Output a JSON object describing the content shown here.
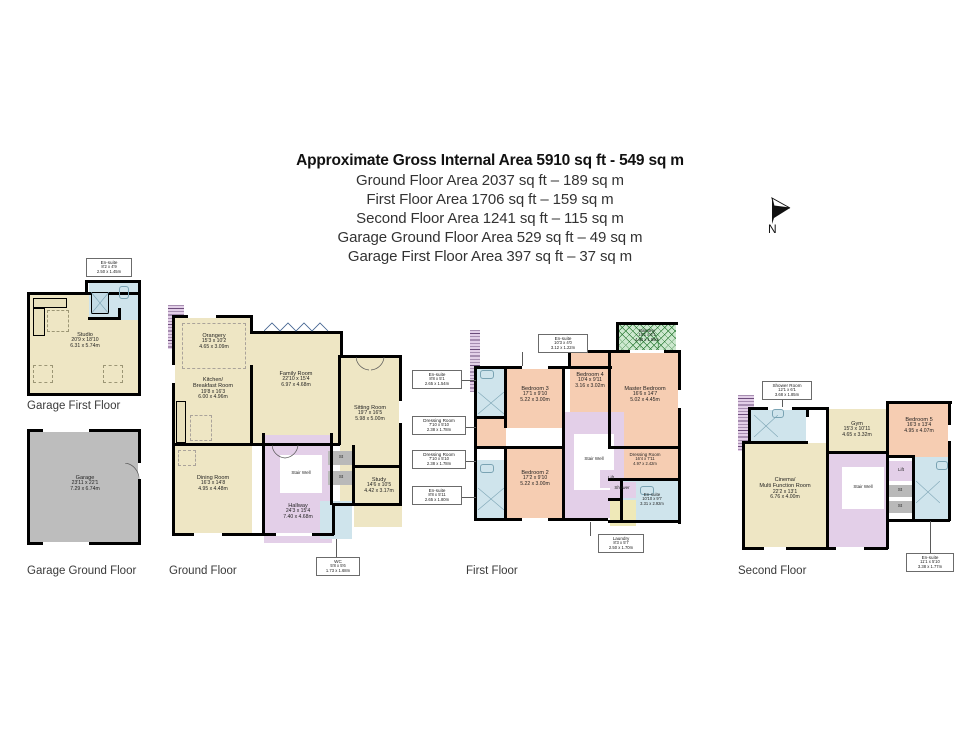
{
  "header": {
    "title": "Approximate Gross Internal Area 5910 sq ft - 549 sq m",
    "lines": [
      "Ground Floor Area 2037 sq ft – 189 sq m",
      "First Floor Area 1706 sq ft – 159 sq m",
      "Second Floor Area 1241 sq ft – 115 sq m",
      "Garage Ground Floor Area 529 sq ft – 49 sq m",
      "Garage First Floor Area 397 sq ft – 37 sq m"
    ]
  },
  "compass": {
    "label": "N",
    "icon": "north-arrow-icon"
  },
  "floor_labels": {
    "garage_first": "Garage First Floor",
    "garage_ground": "Garage Ground Floor",
    "ground": "Ground Floor",
    "first": "First Floor",
    "second": "Second Floor"
  },
  "colors": {
    "cream": "#eee6c4",
    "grey": "#bdbdbd",
    "lilac": "#e3cfe8",
    "peach": "#f6cdb2",
    "blue": "#cfe4ec",
    "green": "#cde8cf",
    "yellow": "#efe9b8",
    "wall": "#000000"
  },
  "garage_first_floor": {
    "rooms": [
      {
        "name": "Studio",
        "imperial": "20'9 x 18'10",
        "metric": "6.31 x 5.74m"
      }
    ],
    "callouts": [
      {
        "name": "En-suite",
        "imperial": "8'2 x 4'9",
        "metric": "2.50 x 1.45m"
      }
    ]
  },
  "garage_ground_floor": {
    "rooms": [
      {
        "name": "Garage",
        "imperial": "23'11 x 22'1",
        "metric": "7.29 x 6.74m"
      }
    ]
  },
  "ground_floor": {
    "rooms": [
      {
        "name": "Orangery",
        "imperial": "15'3 x 10'2",
        "metric": "4.65 x 3.09m"
      },
      {
        "name": "Kitchen/",
        "name2": "Breakfast Room",
        "imperial": "19'8 x 16'3",
        "metric": "6.00 x 4.96m"
      },
      {
        "name": "Family Room",
        "imperial": "22'10 x 15'4",
        "metric": "6.97 x 4.68m"
      },
      {
        "name": "Sitting Room",
        "imperial": "19'7 x 16'5",
        "metric": "5.98 x 5.00m"
      },
      {
        "name": "Dining Room",
        "imperial": "16'3 x 14'8",
        "metric": "4.95 x 4.48m"
      },
      {
        "name": "Hallway",
        "imperial": "24'3 x 15'4",
        "metric": "7.40 x 4.68m"
      },
      {
        "name": "Study",
        "imperial": "14'6 x 10'5",
        "metric": "4.42 x 3.17m"
      },
      {
        "name": "Stair Well",
        "imperial": "",
        "metric": ""
      },
      {
        "name": "St",
        "imperial": "",
        "metric": ""
      },
      {
        "name": "St",
        "imperial": "",
        "metric": ""
      }
    ],
    "callouts": [
      {
        "name": "WC",
        "imperial": "5'8 x 5'6",
        "metric": "1.73 x 1.68m"
      }
    ]
  },
  "first_floor": {
    "rooms": [
      {
        "name": "Bedroom 3",
        "imperial": "17'1 x 9'10",
        "metric": "5.22 x 3.00m"
      },
      {
        "name": "Bedroom 2",
        "imperial": "17'2 x 9'10",
        "metric": "5.22 x 3.00m"
      },
      {
        "name": "Bedroom 4",
        "imperial": "10'4 x 9'11",
        "metric": "3.16 x 3.02m"
      },
      {
        "name": "Master Bedroom",
        "imperial": "16'6 x 14'7",
        "metric": "5.02 x 4.45m"
      },
      {
        "name": "Balcony",
        "imperial": "15'1 x 6'1",
        "metric": "4.60 x 1.85m"
      },
      {
        "name": "Dressing Room",
        "imperial": "16'4 x 7'11",
        "metric": "4.97 x 2.42m"
      },
      {
        "name": "En-suite",
        "imperial": "10'10 x 9'7",
        "metric": "3.31 x 2.92m"
      },
      {
        "name": "Stair Well",
        "imperial": "",
        "metric": ""
      },
      {
        "name": "Lift",
        "imperial": "",
        "metric": ""
      },
      {
        "name": "Shower",
        "imperial": "",
        "metric": ""
      }
    ],
    "callouts": [
      {
        "name": "En-suite",
        "imperial": "8'8 x 5'1",
        "metric": "2.65 x 1.54m"
      },
      {
        "name": "Dressing Room",
        "imperial": "7'10 x 5'10",
        "metric": "2.38 x 1.78m"
      },
      {
        "name": "Dressing Room",
        "imperial": "7'10 x 5'10",
        "metric": "2.38 x 1.78m"
      },
      {
        "name": "En-suite",
        "imperial": "8'8 x 5'11",
        "metric": "2.65 x 1.80m"
      },
      {
        "name": "En-suite",
        "imperial": "10'3 x 4'0",
        "metric": "3.12 x 1.22m"
      },
      {
        "name": "Laundry",
        "imperial": "8'3 x 5'7",
        "metric": "2.50 x 1.70m"
      }
    ]
  },
  "second_floor": {
    "rooms": [
      {
        "name": "Gym",
        "imperial": "15'3 x 10'11",
        "metric": "4.65 x 3.32m"
      },
      {
        "name": "Cinema/",
        "name2": "Multi Function Room",
        "imperial": "22'2 x 13'1",
        "metric": "6.76 x 4.00m"
      },
      {
        "name": "Bedroom 5",
        "imperial": "16'3 x 13'4",
        "metric": "4.95 x 4.07m"
      },
      {
        "name": "Stair Well",
        "imperial": "",
        "metric": ""
      },
      {
        "name": "Lift",
        "imperial": "",
        "metric": ""
      },
      {
        "name": "St",
        "imperial": "",
        "metric": ""
      },
      {
        "name": "St",
        "imperial": "",
        "metric": ""
      }
    ],
    "callouts": [
      {
        "name": "Shower Room",
        "imperial": "12'1 x 6'1",
        "metric": "3.68 x 1.85m"
      },
      {
        "name": "En-suite",
        "imperial": "11'1 x 5'10",
        "metric": "3.38 x 1.77m"
      }
    ]
  }
}
